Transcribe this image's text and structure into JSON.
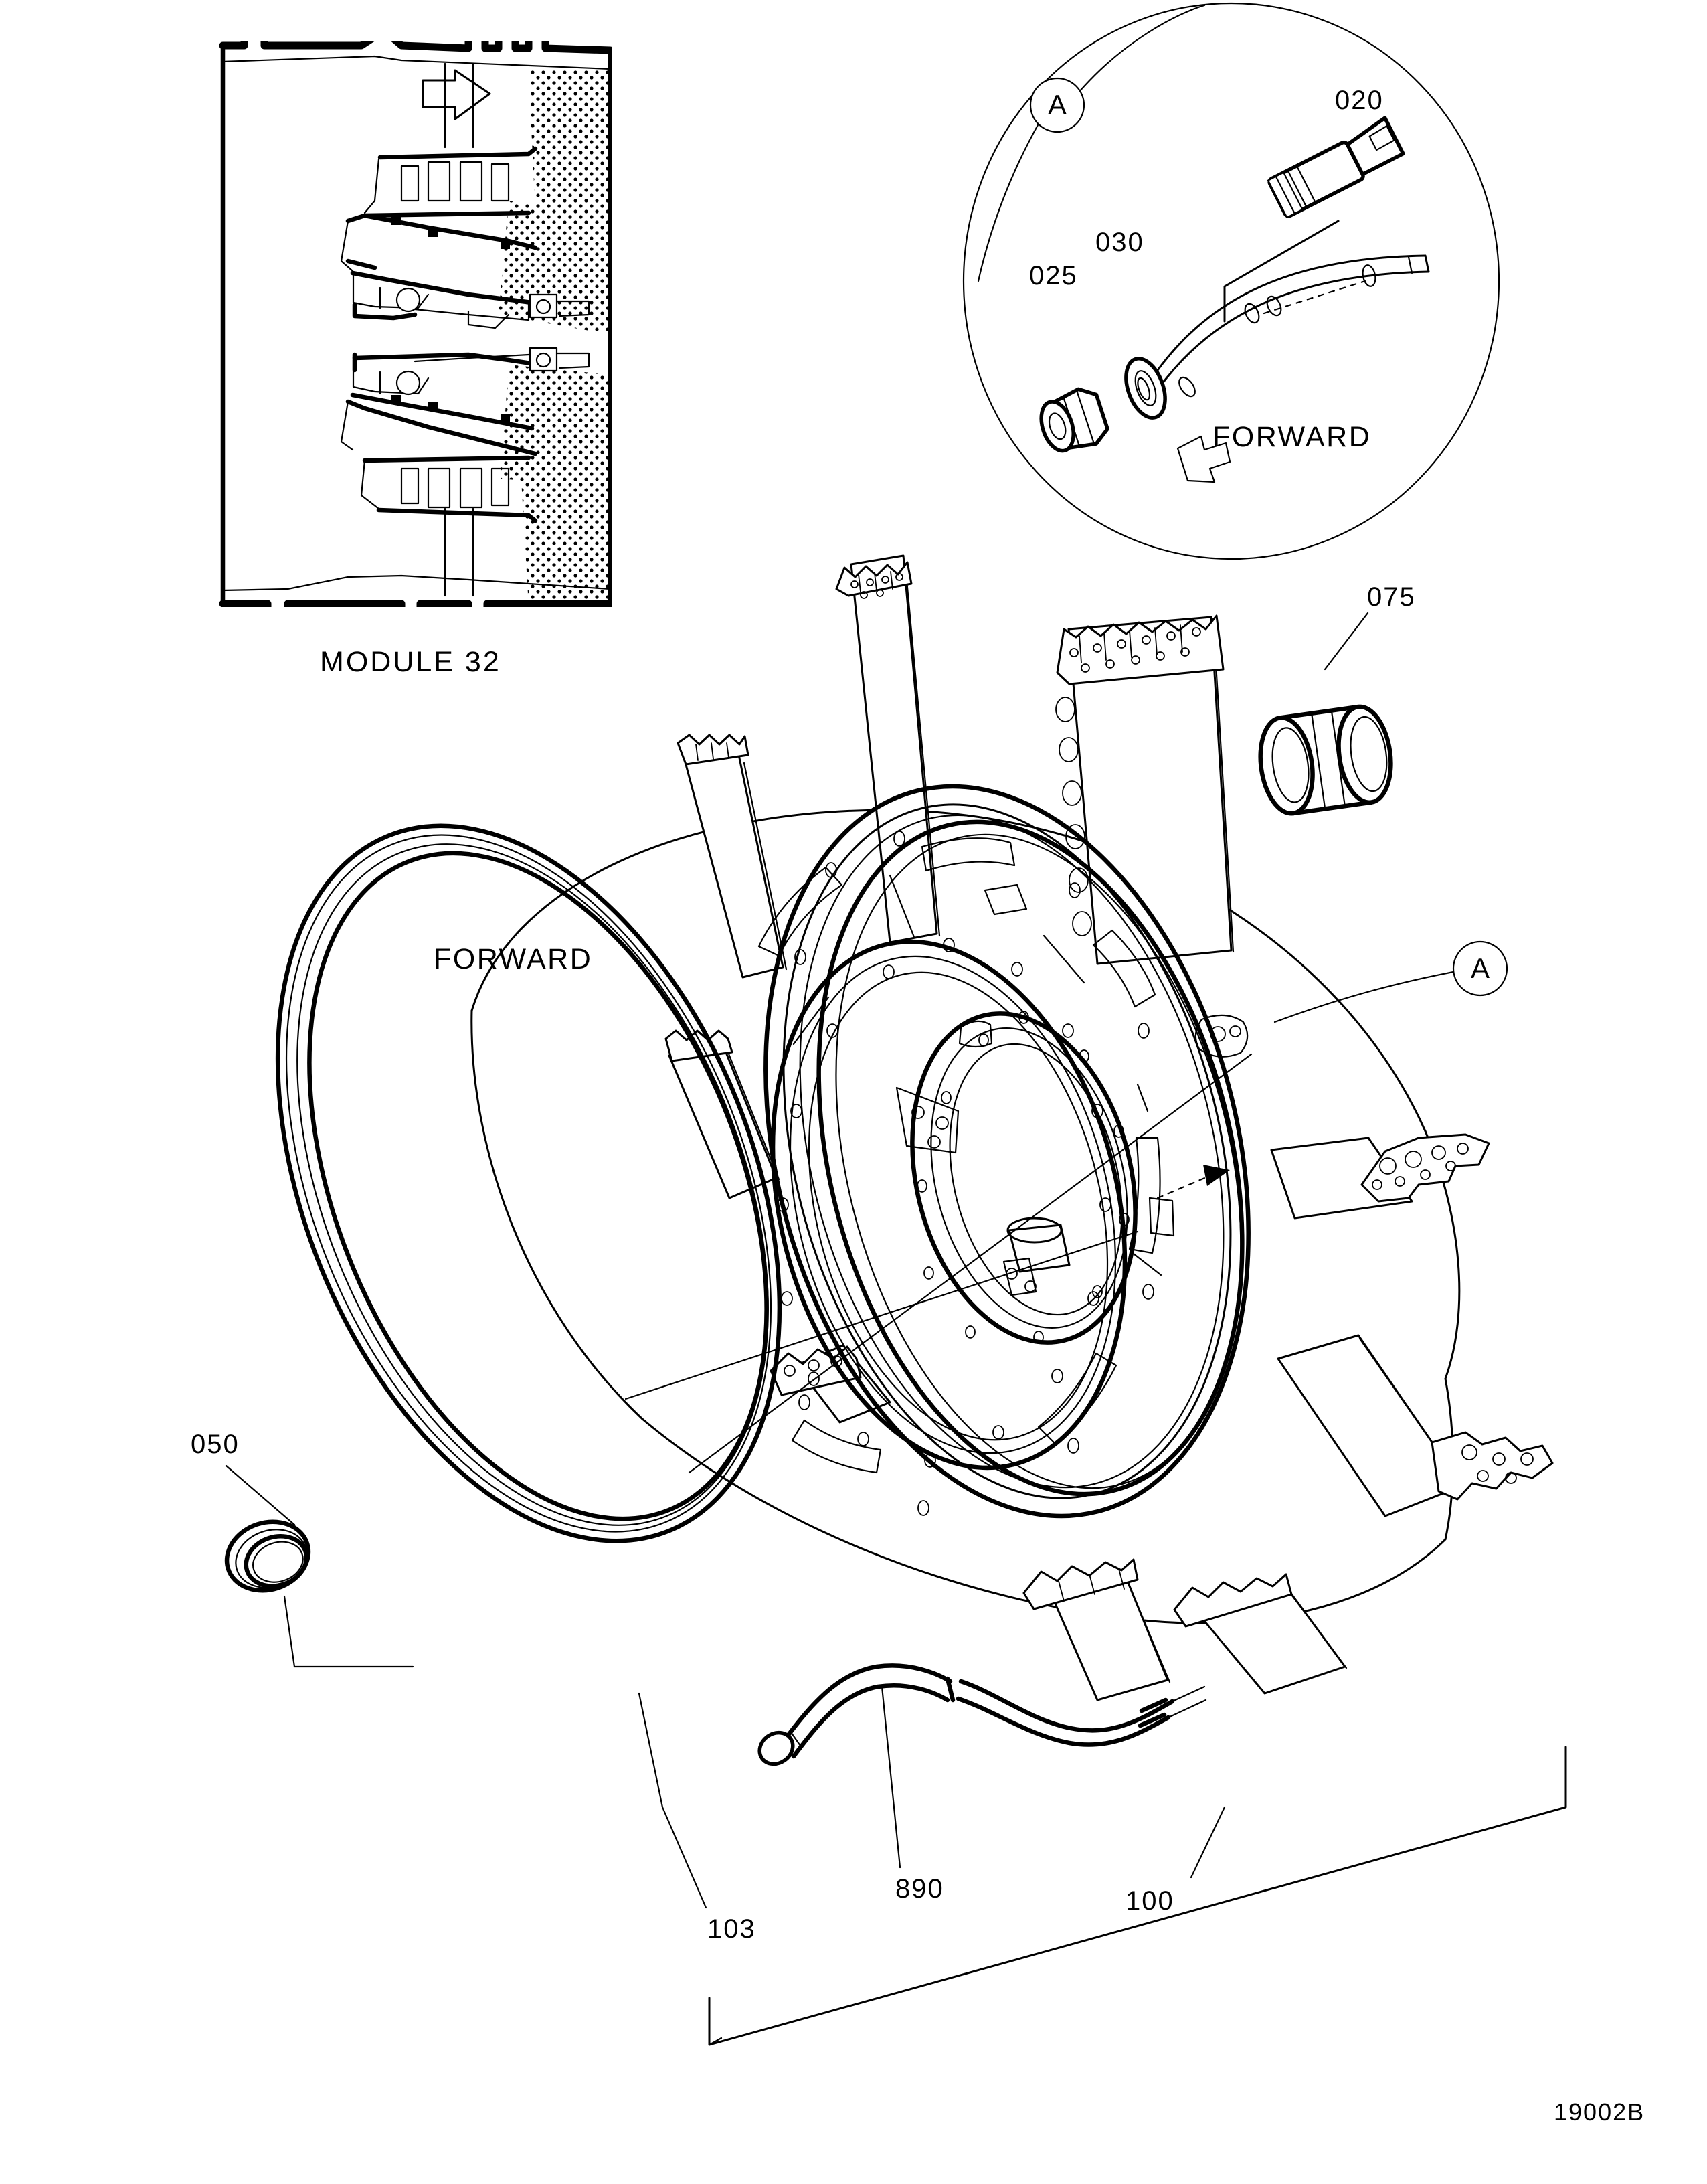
{
  "sheet": {
    "drawing_number": "19002B",
    "background_color": "#ffffff",
    "line_color": "#000000"
  },
  "module_inset": {
    "label": "MODULE 32",
    "flow_arrow": "flow-arrow-right"
  },
  "detail_circle": {
    "callout_letter": "A",
    "direction_label": "FORWARD",
    "items": [
      {
        "id": "020",
        "name": "sensor-probe"
      },
      {
        "id": "030",
        "name": "washer"
      },
      {
        "id": "025",
        "name": "nut"
      }
    ]
  },
  "main_view": {
    "direction_label": "FORWARD",
    "callout_letter": "A",
    "items": [
      {
        "id": "075",
        "name": "bushing-sleeve"
      },
      {
        "id": "050",
        "name": "small-seal-ring"
      },
      {
        "id": "103",
        "name": "large-seal-ring"
      },
      {
        "id": "890",
        "name": "electrical-lead"
      },
      {
        "id": "100",
        "name": "turbine-frame-assembly"
      }
    ]
  }
}
